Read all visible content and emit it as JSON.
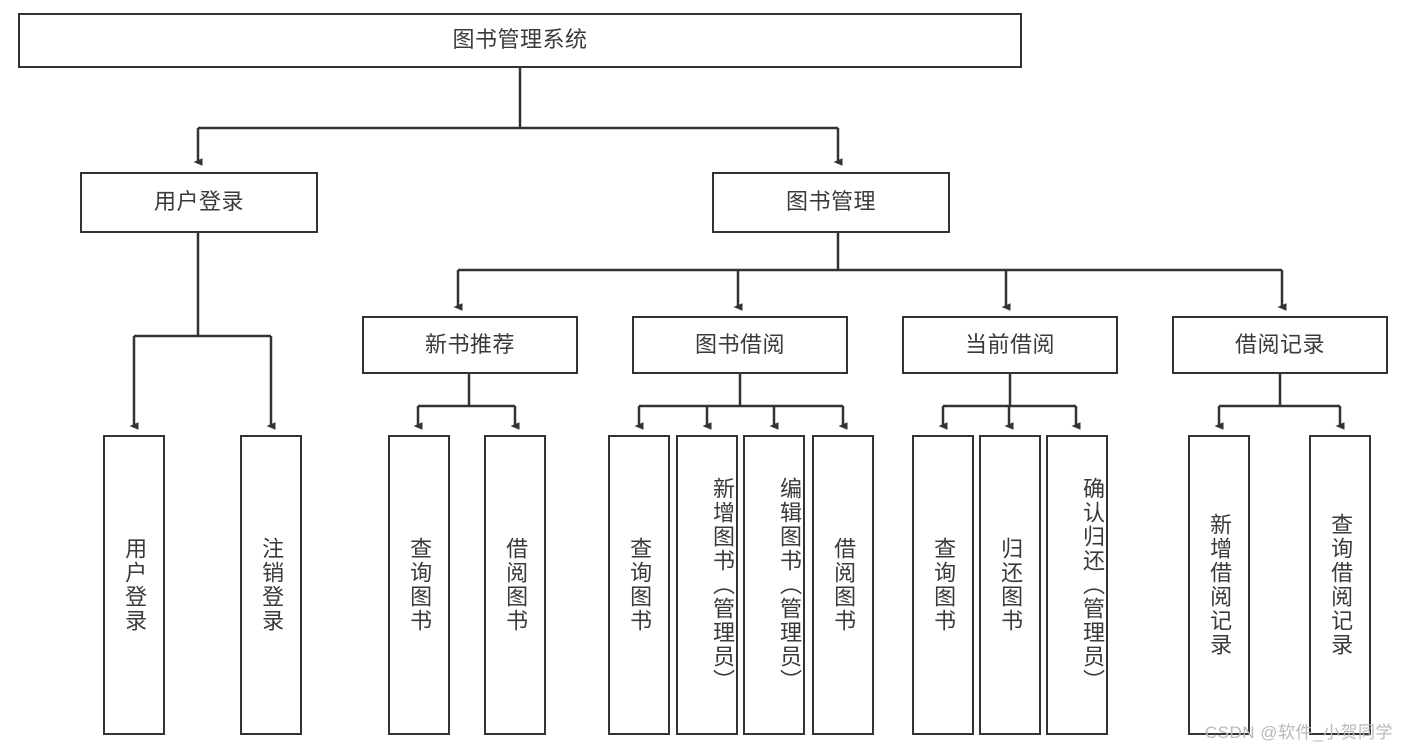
{
  "diagram": {
    "title": "图书管理系统",
    "type": "tree-hierarchy-diagram",
    "colors": {
      "border": "#333333",
      "text": "#3a3a3a",
      "background": "#ffffff",
      "watermark": "#b9b9b9"
    },
    "nodes": {
      "root": {
        "label": "图书管理系统"
      },
      "level1": [
        {
          "label": "用户登录"
        },
        {
          "label": "图书管理"
        }
      ],
      "level2": [
        {
          "label": "新书推荐"
        },
        {
          "label": "图书借阅"
        },
        {
          "label": "当前借阅"
        },
        {
          "label": "借阅记录"
        }
      ],
      "leaves": {
        "user_login": [
          {
            "label": "用户登录"
          },
          {
            "label": "注销登录"
          }
        ],
        "new_book_recommend": [
          {
            "label": "查询图书"
          },
          {
            "label": "借阅图书"
          }
        ],
        "book_borrow": [
          {
            "label": "查询图书"
          },
          {
            "label": "新增图书（管理员）"
          },
          {
            "label": "编辑图书（管理员）"
          },
          {
            "label": "借阅图书"
          }
        ],
        "current_borrow": [
          {
            "label": "查询图书"
          },
          {
            "label": "归还图书"
          },
          {
            "label": "确认归还（管理员）"
          }
        ],
        "borrow_records": [
          {
            "label": "新增借阅记录"
          },
          {
            "label": "查询借阅记录"
          }
        ]
      }
    }
  },
  "watermark": {
    "text": "CSDN @软件_小贺同学"
  }
}
